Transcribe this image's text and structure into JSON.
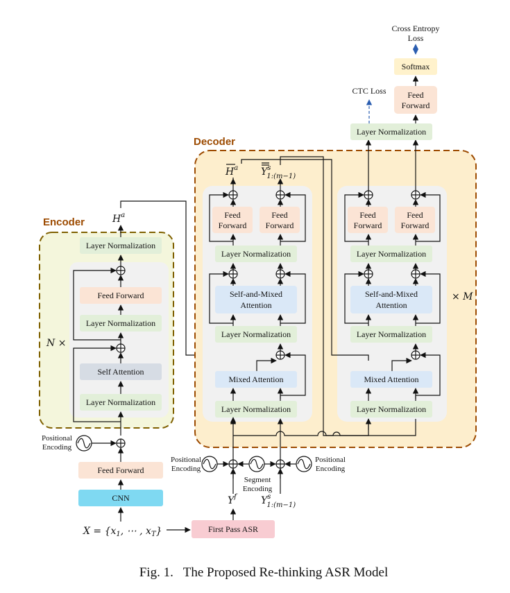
{
  "caption": "Fig. 1.   The Proposed Re-thinking ASR Model",
  "encoder": {
    "title": "Encoder",
    "repeat": "N ×",
    "layer_norm_out": "Layer Normalization",
    "feed_forward": "Feed Forward",
    "layer_norm_2": "Layer Normalization",
    "self_attention": "Self Attention",
    "layer_norm_1": "Layer Normalization",
    "output": "H",
    "output_sup": "a"
  },
  "input": {
    "feed_forward": "Feed Forward",
    "cnn": "CNN",
    "positional_encoding_line1": "Positional",
    "positional_encoding_line2": "Encoding",
    "x_label": "X = {x",
    "x_sub1": "1",
    "x_mid": ", ⋯ , x",
    "x_subT": "T",
    "x_end": "}"
  },
  "first_pass": "First Pass ASR",
  "decoder": {
    "title": "Decoder",
    "repeat": "× M",
    "feed_forward_line1": "Feed",
    "feed_forward_line2": "Forward",
    "layer_norm": "Layer Normalization",
    "self_mixed_line1": "Self-and-Mixed",
    "self_mixed_line2": "Attention",
    "mixed_attention": "Mixed Attention",
    "out_h": "H",
    "out_h_sup": "a",
    "out_y": "Y",
    "out_y_sup": "s",
    "out_y_sub": "1:(m−1)"
  },
  "decoder_inputs": {
    "pos_enc_left_1": "Positional",
    "pos_enc_left_2": "Encoding",
    "segment_1": "Segment",
    "segment_2": "Encoding",
    "pos_enc_right_1": "Positional",
    "pos_enc_right_2": "Encoding",
    "yf": "Y",
    "yf_sup": "f",
    "ys": "Y",
    "ys_sup": "s",
    "ys_sub": "1:(m−1)"
  },
  "head": {
    "layer_norm": "Layer Normalization",
    "ctc_loss": "CTC Loss",
    "feed_forward_line1": "Feed",
    "feed_forward_line2": "Forward",
    "softmax": "Softmax",
    "ce_line1": "Cross Entropy",
    "ce_line2": "Loss"
  },
  "colors": {
    "ln": "#e2efd9",
    "ff": "#fbe4d5",
    "attn": "#dae8f7",
    "self_attn": "#d6dce4",
    "cnn": "#7fd9f2",
    "first_pass": "#f8ccd2",
    "softmax": "#fff2cc",
    "encoder_bg": "#f4f6dc",
    "encoder_border": "#7f6000",
    "decoder_bg": "#fdeecd",
    "decoder_border": "#9c4a00",
    "block_bg": "#f1f1f1"
  }
}
